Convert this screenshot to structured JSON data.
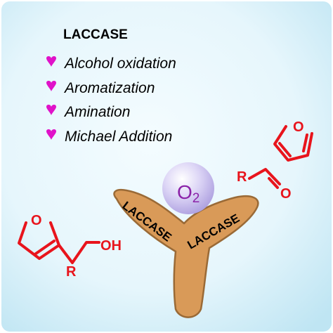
{
  "title": "LACCASE",
  "bullets": [
    {
      "icon": "heart-icon",
      "text": "Alcohol oxidation"
    },
    {
      "icon": "heart-icon",
      "text": "Aromatization"
    },
    {
      "icon": "heart-icon",
      "text": "Amination"
    },
    {
      "icon": "heart-icon",
      "text": "Michael Addition"
    }
  ],
  "oxygen": {
    "element": "O",
    "subscript": "2"
  },
  "enzyme": {
    "left_label": "LACCASE",
    "right_label": "LACCASE"
  },
  "substrate": {
    "ring_atom": "O",
    "r_group": "R",
    "hydroxyl": "OH"
  },
  "product": {
    "ring_atom": "O",
    "r_group": "R",
    "carbonyl_o": "O"
  },
  "colors": {
    "background_light": "#eef9fd",
    "background_edge": "#c2e6f4",
    "heart": "#e012c9",
    "enzyme_fill": "#d99a58",
    "enzyme_stroke": "#9a6a36",
    "molecule": "#e8141c",
    "oxygen_text": "#8b22a8"
  }
}
